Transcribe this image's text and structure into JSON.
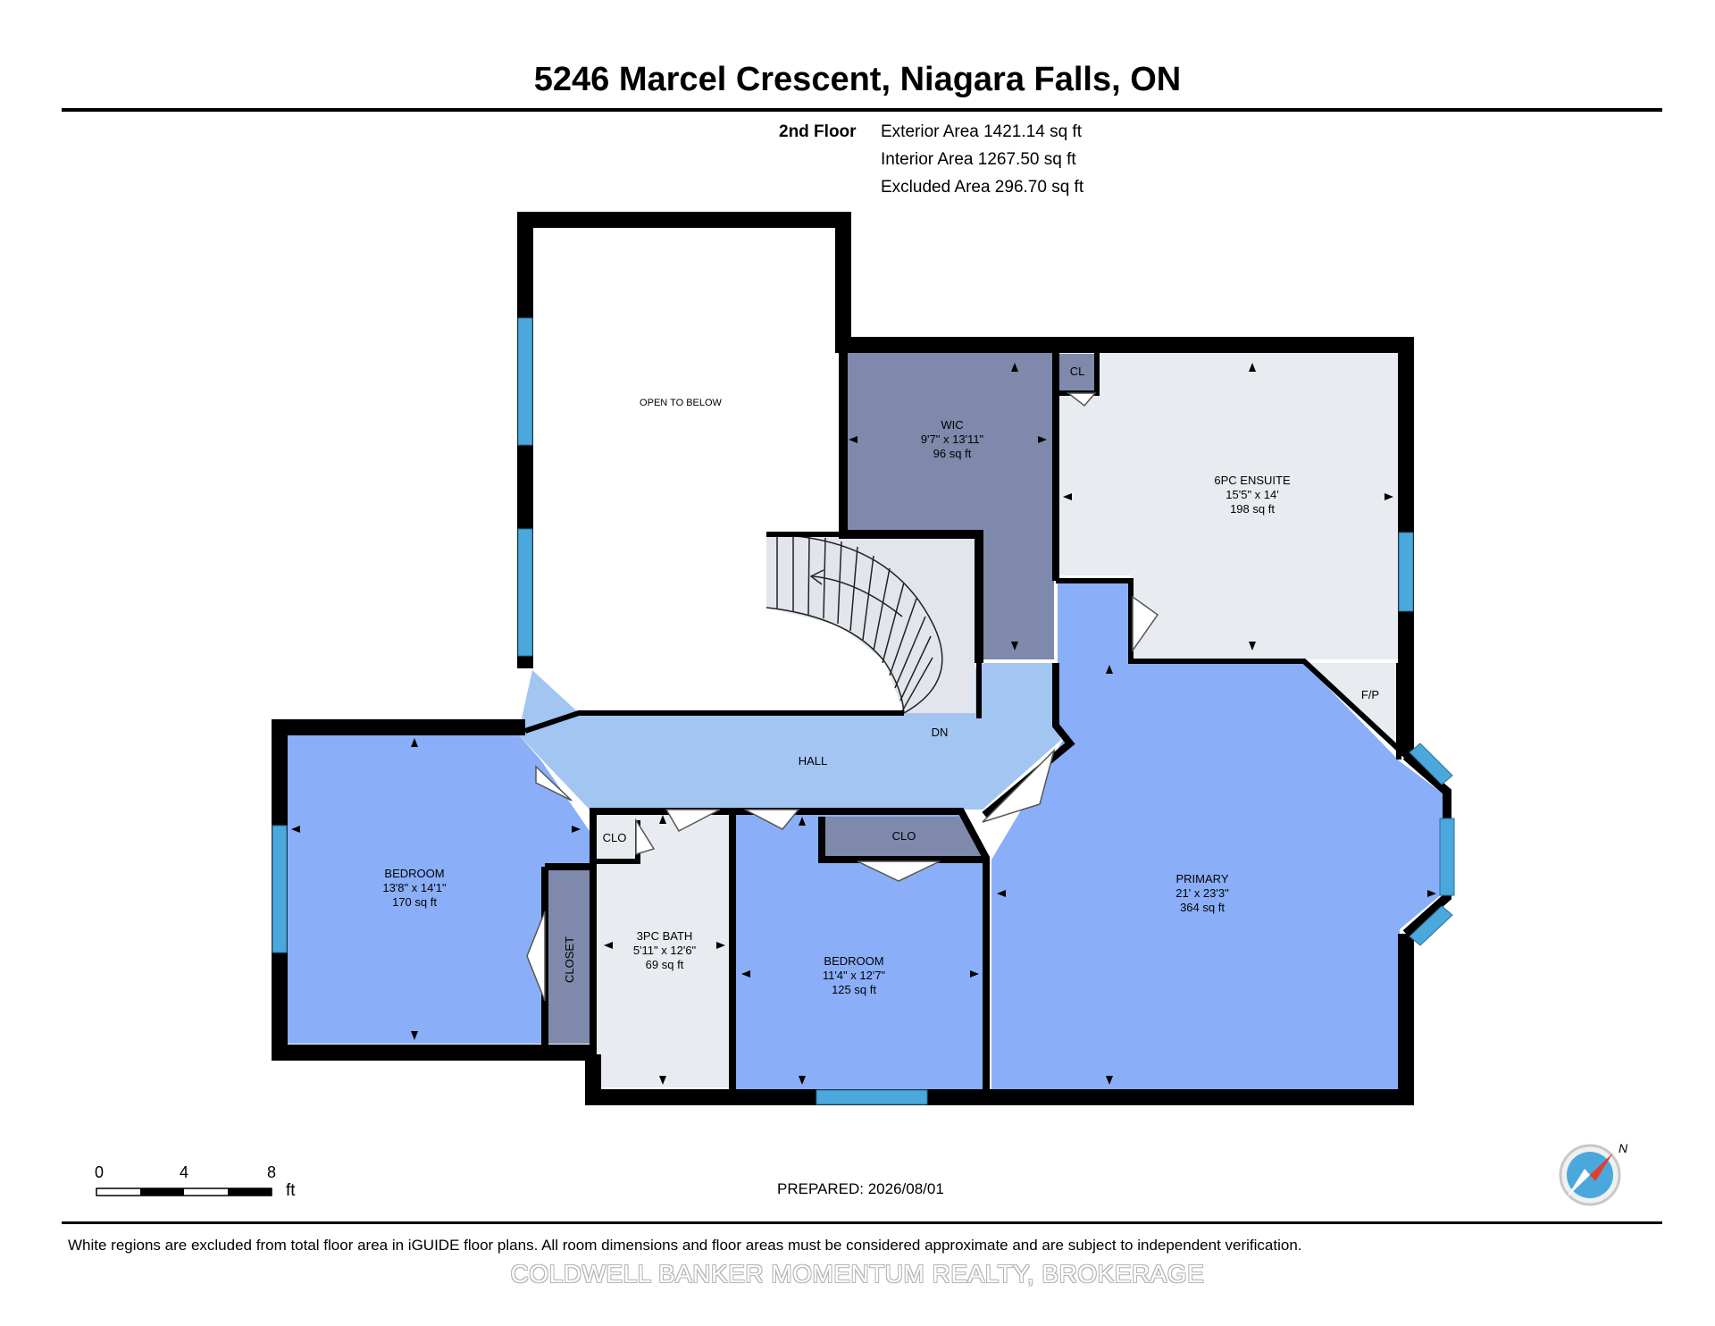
{
  "title": "5246 Marcel Crescent, Niagara Falls, ON",
  "floor": {
    "label": "2nd Floor",
    "exterior_area": "Exterior Area 1421.14 sq ft",
    "interior_area": "Interior Area 1267.50 sq ft",
    "excluded_area": "Excluded Area 296.70 sq ft"
  },
  "rooms": {
    "open_to_below": {
      "name": "OPEN TO BELOW"
    },
    "wic": {
      "name": "WIC",
      "dims": "9'7\" x 13'11\"",
      "area": "96 sq ft"
    },
    "ensuite": {
      "name": "6PC ENSUITE",
      "dims": "15'5\" x 14'",
      "area": "198 sq ft"
    },
    "cl": {
      "name": "CL"
    },
    "fp": {
      "name": "F/P"
    },
    "hall": {
      "name": "HALL"
    },
    "dn": {
      "name": "DN"
    },
    "bedroom_left": {
      "name": "BEDROOM",
      "dims": "13'8\" x 14'1\"",
      "area": "170 sq ft"
    },
    "clo_small": {
      "name": "CLO"
    },
    "closet": {
      "name": "CLOSET"
    },
    "bath": {
      "name": "3PC BATH",
      "dims": "5'11\" x 12'6\"",
      "area": "69 sq ft"
    },
    "clo_bedroom": {
      "name": "CLO"
    },
    "bedroom_mid": {
      "name": "BEDROOM",
      "dims": "11'4\" x 12'7\"",
      "area": "125 sq ft"
    },
    "primary": {
      "name": "PRIMARY",
      "dims": "21' x 23'3\"",
      "area": "364 sq ft"
    }
  },
  "scale": {
    "ticks": [
      "0",
      "4",
      "8"
    ],
    "unit": "ft"
  },
  "compass": {
    "label": "N"
  },
  "prepared": "PREPARED: 2026/08/01",
  "disclaimer": "White regions are excluded from total floor area in iGUIDE floor plans. All room dimensions and floor areas must be considered approximate and are subject to independent verification.",
  "watermark": "COLDWELL BANKER MOMENTUM REALTY, BROKERAGE",
  "colors": {
    "wall": "#000000",
    "bedroom": "#8aaff8",
    "hall": "#a3c5f2",
    "bath": "#e8ebf0",
    "closet": "#7f89ab",
    "window": "#4aa8dc",
    "stair": "#e2e6ec"
  }
}
